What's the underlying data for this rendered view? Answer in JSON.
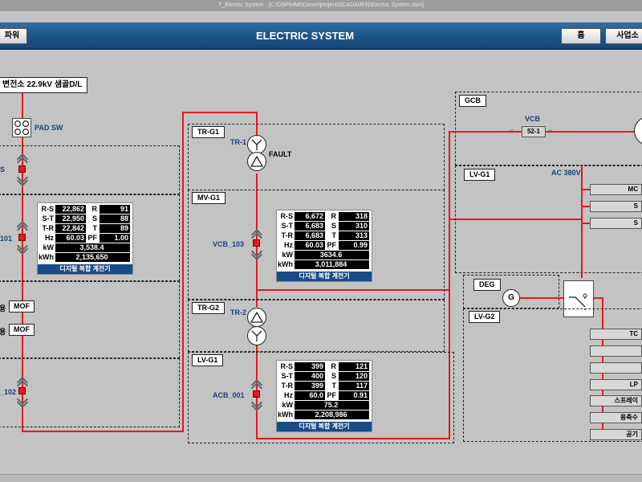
{
  "window": {
    "title": "T_Electric System - [C:\\DSP\\HMI\\Cimon\\project\\SCADA\\파워\\Electric System.dsm]"
  },
  "header": {
    "left_button": "파워",
    "title": "ELECTRIC SYSTEM",
    "home_button": "홈",
    "site_button": "사업소"
  },
  "source": {
    "label": "변전소 22.9kV 샘골D/L"
  },
  "left": {
    "pad_sw": "PAD SW",
    "breaker1_label": "S",
    "breaker2_label": "101",
    "mof1_prefix": "용",
    "mof1": "MOF",
    "mof2_prefix": "용",
    "mof2": "MOF",
    "breaker3_label": "_102"
  },
  "center": {
    "trg1": "TR-G1",
    "tr1": "TR-1",
    "fault": "FAULT",
    "mvg1": "MV-G1",
    "vcb103": "VCB_103",
    "trg2": "TR-G2",
    "tr2": "TR-2",
    "lvg1": "LV-G1",
    "acb001": "ACB_001"
  },
  "meters": [
    {
      "rows": [
        {
          "k1": "R-S",
          "v1": "22,862",
          "k2": "R",
          "v2": "91"
        },
        {
          "k1": "S-T",
          "v1": "22,950",
          "k2": "S",
          "v2": "88"
        },
        {
          "k1": "T-R",
          "v1": "22,842",
          "k2": "T",
          "v2": "89"
        },
        {
          "k1": "Hz",
          "v1": "60.03",
          "k2": "PF",
          "v2": "1.00"
        }
      ],
      "kw_label": "kW",
      "kw": "3,538.4",
      "kwh_label": "kWh",
      "kwh": "2,135,650",
      "footer": "디지털 복합 계전기"
    },
    {
      "rows": [
        {
          "k1": "R-S",
          "v1": "6,672",
          "k2": "R",
          "v2": "318"
        },
        {
          "k1": "S-T",
          "v1": "6,683",
          "k2": "S",
          "v2": "310"
        },
        {
          "k1": "T-R",
          "v1": "6,683",
          "k2": "T",
          "v2": "313"
        },
        {
          "k1": "Hz",
          "v1": "60.03",
          "k2": "PF",
          "v2": "0.99"
        }
      ],
      "kw_label": "kW",
      "kw": "3634.6",
      "kwh_label": "kWh",
      "kwh": "3,011,884",
      "footer": "디지털 복합 계전기"
    },
    {
      "rows": [
        {
          "k1": "R-S",
          "v1": "399",
          "k2": "R",
          "v2": "121"
        },
        {
          "k1": "S-T",
          "v1": "400",
          "k2": "S",
          "v2": "120"
        },
        {
          "k1": "T-R",
          "v1": "399",
          "k2": "T",
          "v2": "117"
        },
        {
          "k1": "Hz",
          "v1": "60.0",
          "k2": "PF",
          "v2": "0.91"
        }
      ],
      "kw_label": "kW",
      "kw": "75.2",
      "kwh_label": "kWh",
      "kwh": "2,208,986",
      "footer": "디지털 복합 계전기"
    }
  ],
  "right": {
    "gcb": "GCB",
    "vcb": "VCB",
    "vcb_id": "52-1",
    "lvg1": "LV-G1",
    "ac380": "AC 380V",
    "deg": "DEG",
    "generator": "G",
    "lvg2": "LV-G2",
    "feeders_top": [
      "MC",
      "S",
      "S"
    ],
    "feeders_bottom": [
      "TC",
      "",
      "",
      "LP",
      "스프레이",
      "용축수",
      "공기"
    ]
  },
  "colors": {
    "line": "#e8181c",
    "header": "#1c5488",
    "background": "#c3c3c3"
  }
}
